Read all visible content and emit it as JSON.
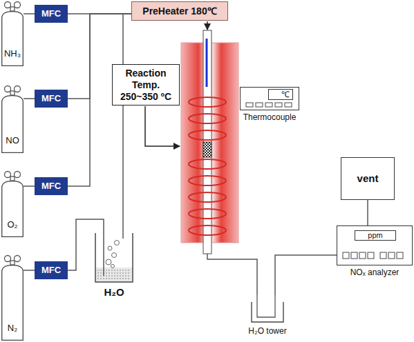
{
  "diagram": {
    "nodes": [
      {
        "text": [
          "NH₃"
        ]
      },
      {
        "text": [
          "MFC"
        ]
      },
      {
        "text": [
          "PreHeater 180℃"
        ]
      },
      {
        "text": [
          "NO"
        ]
      },
      {
        "text": [
          "MFC"
        ]
      },
      {
        "text": [
          "Reaction Temp.",
          "250~350 ºC"
        ]
      },
      {
        "text": [
          "℃",
          "Thermocouple"
        ]
      },
      {
        "text": [
          "vent"
        ]
      },
      {
        "text": [
          "O₂"
        ]
      },
      {
        "text": [
          "MFC"
        ]
      },
      {
        "text": [
          "ppm",
          "NOₓ analyzer"
        ]
      },
      {
        "text": [
          "N₂"
        ]
      },
      {
        "text": [
          "MFC"
        ]
      },
      {
        "text": [
          "H₂O"
        ]
      },
      {
        "text": [
          "H₂O tower"
        ]
      }
    ],
    "edges": [
      {
        "from": 0,
        "to": 1,
        "arrow": "none"
      },
      {
        "from": 3,
        "to": 4,
        "arrow": "none"
      },
      {
        "from": 8,
        "to": 9,
        "arrow": "none"
      },
      {
        "from": 11,
        "to": 12,
        "arrow": "none"
      },
      {
        "from": 1,
        "to": 2,
        "arrow": "none"
      },
      {
        "from": 4,
        "to": 2,
        "arrow": "none"
      },
      {
        "from": 9,
        "to": 2,
        "arrow": "none"
      },
      {
        "from": 12,
        "to": 13,
        "arrow": "none"
      },
      {
        "from": 13,
        "to": 2,
        "arrow": "none"
      },
      {
        "from": 14,
        "to": 10,
        "arrow": "none"
      },
      {
        "from": 10,
        "to": 7,
        "arrow": "none"
      }
    ]
  }
}
